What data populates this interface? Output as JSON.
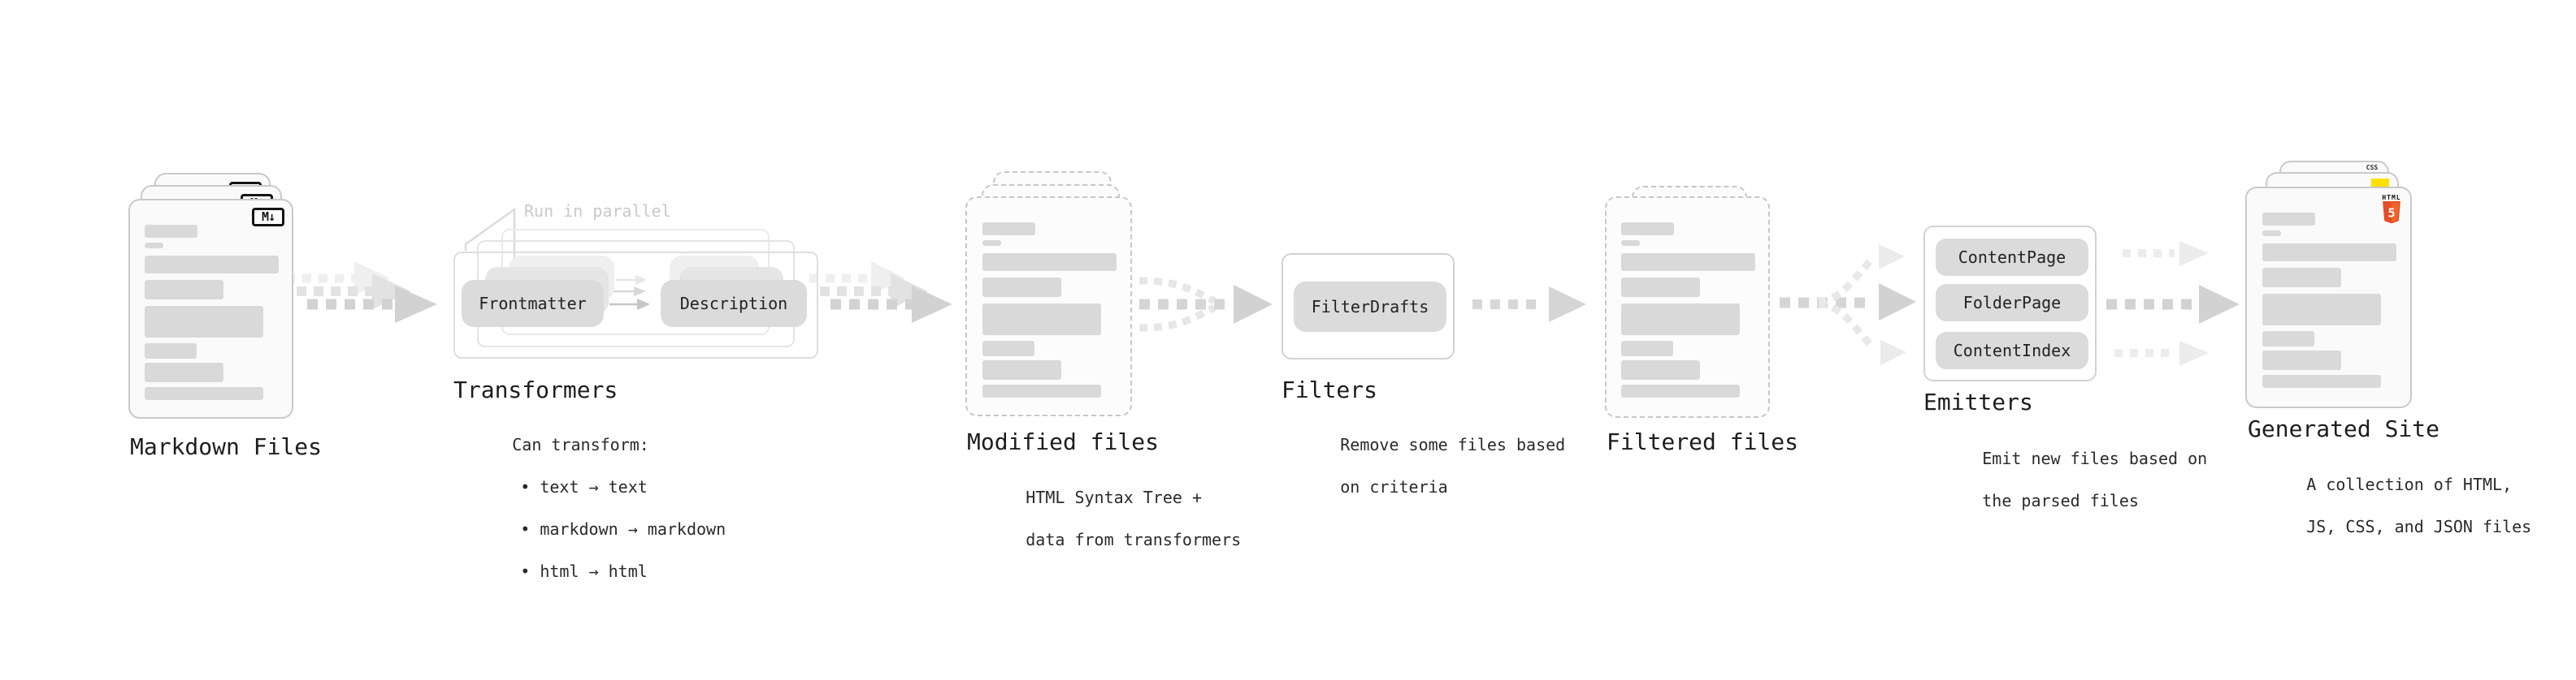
{
  "stages": {
    "markdown": {
      "label": "Markdown Files",
      "badge": "M↓"
    },
    "transformers": {
      "label": "Transformers",
      "note": "Run in parallel",
      "pill_frontmatter": "Frontmatter",
      "pill_description": "Description",
      "desc_title": "Can transform:",
      "bullets": [
        "• text → text",
        "• markdown → markdown",
        "• html → html"
      ]
    },
    "modified": {
      "label": "Modified files",
      "desc_line1": "HTML Syntax Tree +",
      "desc_line2": "data from transformers"
    },
    "filters": {
      "label": "Filters",
      "pill_filterdrafts": "FilterDrafts",
      "desc_line1": "Remove some files based",
      "desc_line2": "on criteria"
    },
    "filtered": {
      "label": "Filtered files"
    },
    "emitters": {
      "label": "Emitters",
      "pill_contentpage": "ContentPage",
      "pill_folderpage": "FolderPage",
      "pill_contentindex": "ContentIndex",
      "desc_line1": "Emit new files based on",
      "desc_line2": "the parsed files"
    },
    "generated": {
      "label": "Generated Site",
      "badge_css": "CSS",
      "badge_html_text": "HTML",
      "badge_html_number": "5",
      "desc_line1": "A collection of HTML,",
      "desc_line2": "JS, CSS, and JSON files"
    }
  },
  "colors": {
    "html5_orange": "#e44d26",
    "html5_orange_light": "#f16529",
    "js_yellow": "#ffe000",
    "css_blue": "#2c62e8",
    "doc_fill": "#fafafa",
    "doc_border": "#c9c9c9",
    "bar_gray": "#d9d9d9",
    "pill_gray": "#dbdbdb",
    "arrow_gray": "#d2d2d2",
    "arrow_ghost": "#e2e2e2",
    "text_dark": "#1d1d1d",
    "note_gray": "#c9c9c9"
  }
}
